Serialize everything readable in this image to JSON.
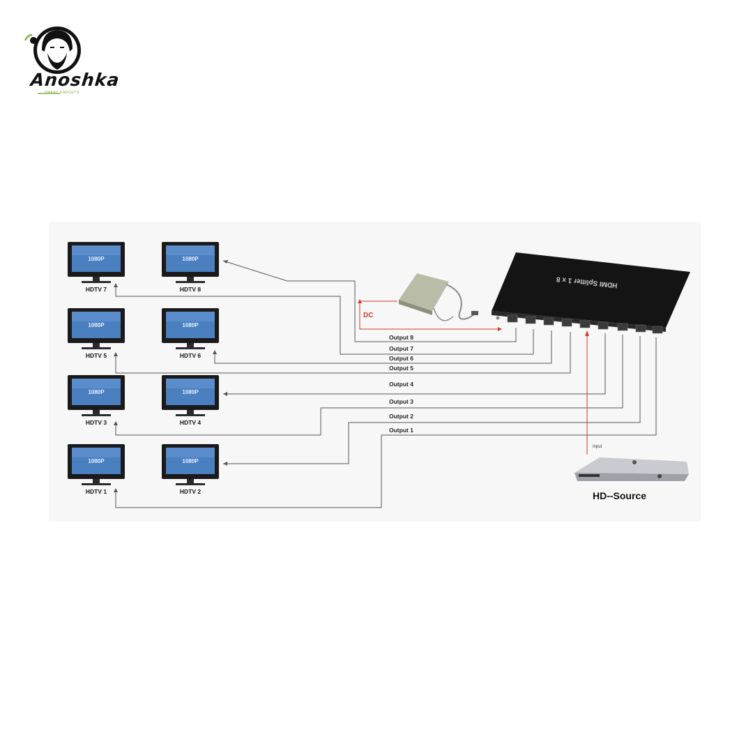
{
  "brand": {
    "name": "Anoshka",
    "tagline": "SMART GADGETS",
    "accent_color": "#7cb342"
  },
  "splitter": {
    "label": "HDMI Splitter 1 x 8"
  },
  "power": {
    "label": "DC",
    "color": "#d23a2e"
  },
  "source": {
    "label": "HD--Source",
    "input_label": "Input"
  },
  "tvs": [
    {
      "caption": "HDTV 7",
      "screen": "1080P"
    },
    {
      "caption": "HDTV 8",
      "screen": "1080P"
    },
    {
      "caption": "HDTV 5",
      "screen": "1080P"
    },
    {
      "caption": "HDTV 6",
      "screen": "1080P"
    },
    {
      "caption": "HDTV 3",
      "screen": "1080P"
    },
    {
      "caption": "HDTV 4",
      "screen": "1080P"
    },
    {
      "caption": "HDTV 1",
      "screen": "1080P"
    },
    {
      "caption": "HDTV 2",
      "screen": "1080P"
    }
  ],
  "outputs": [
    "Output 8",
    "Output 7",
    "Output 6",
    "Output 5",
    "Output 4",
    "Output 3",
    "Output 2",
    "Output 1"
  ]
}
